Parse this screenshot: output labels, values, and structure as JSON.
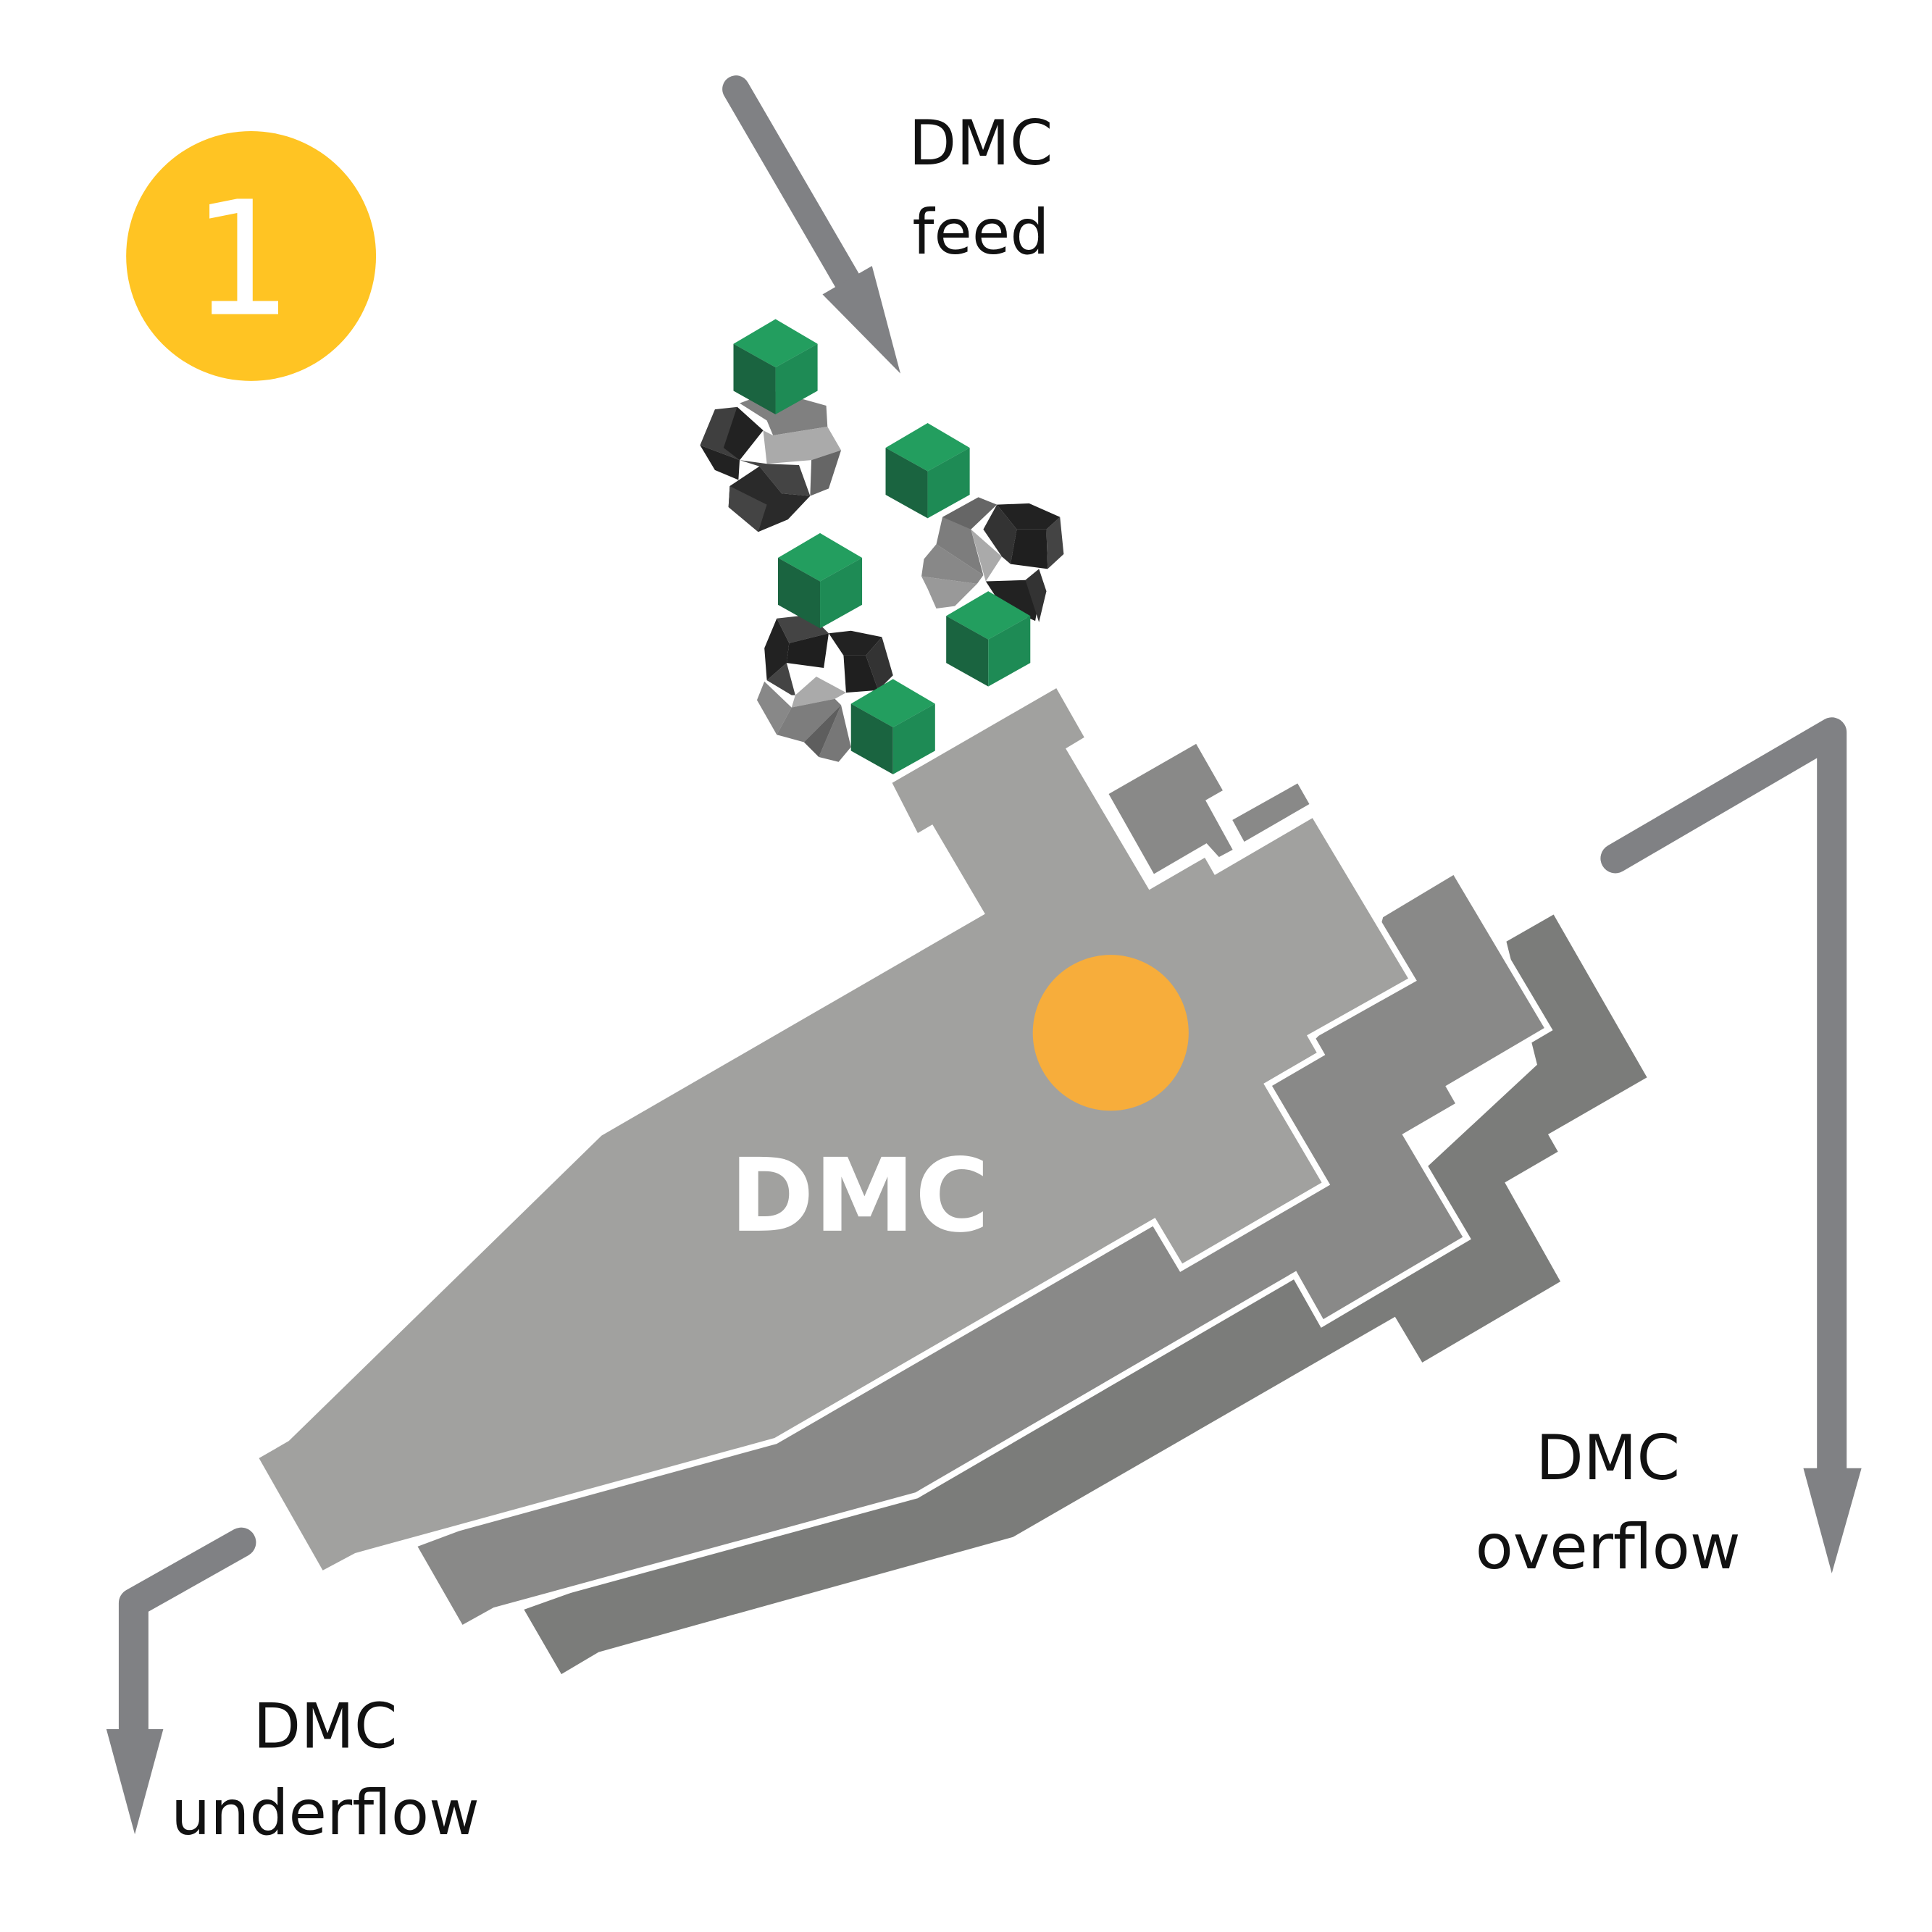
{
  "step_number": "1",
  "body_label": "DMC",
  "labels": {
    "feed": [
      "DMC",
      "feed"
    ],
    "overflow": [
      "DMC",
      "overflow"
    ],
    "underflow": [
      "DMC",
      "underflow"
    ]
  },
  "colors": {
    "step_badge": "#FFC423",
    "arrow": "#808184",
    "body_light": "#A1A19F",
    "body_mid": "#898988",
    "body_dark": "#7B7C7A",
    "inlet_marker": "#F7AD3B",
    "cube_top": "#239E5F",
    "cube_left": "#1A6440",
    "cube_right": "#1E8B55"
  }
}
